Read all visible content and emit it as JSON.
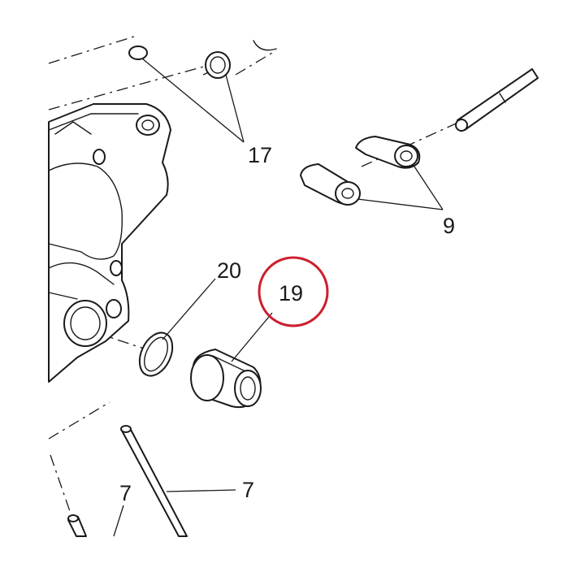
{
  "callouts": {
    "c17": "17",
    "c9": "9",
    "c20": "20",
    "c19": "19",
    "c7a": "7",
    "c7b": "7"
  },
  "highlight": {
    "target": "19",
    "color": "#cc1f2e"
  }
}
